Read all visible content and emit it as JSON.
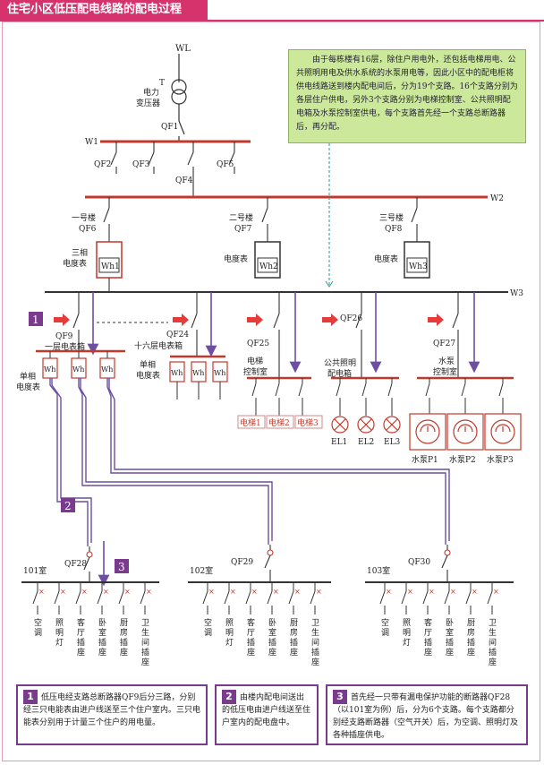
{
  "title": "住宅小区低压配电线路的配电过程",
  "note": "由于每栋楼有16层，除住户用电外，还包括电梯用电、公共照明用电及供水系统的水泵用电等，因此小区中的配电柜将供电线路送到楼内配电间后，分为19个支路。16个支路分别为各层住户供电，另外3个支路分别为电梯控制室、公共照明配电箱及水泵控制室供电，每个支路首先经一个支路总断路器后，再分配。",
  "labels": {
    "wl": "WL",
    "t": "T",
    "transformer_1": "电力",
    "transformer_2": "变压器",
    "qf1": "QF1",
    "w1": "W1",
    "qf2": "QF2",
    "qf3": "QF3",
    "qf4": "QF4",
    "qf5": "QF5",
    "w2": "W2",
    "w3": "W3",
    "b1": "一号楼",
    "qf6": "QF6",
    "b2": "二号楼",
    "qf7": "QF7",
    "b3": "三号楼",
    "qf8": "QF8",
    "three_phase_1": "三相",
    "meter_label": "电度表",
    "wh1": "Wh1",
    "wh2": "Wh2",
    "wh3": "Wh3",
    "qf9": "QF9",
    "floor1": "一层电表箱",
    "qf24": "QF24",
    "floor16": "十六层电表箱",
    "single_phase": "单相",
    "single_meter": "电度表",
    "wh": "Wh",
    "qf25": "QF25",
    "elevator_1": "电梯",
    "elevator_2": "控制室",
    "qf26": "QF26",
    "public_1": "公共照明",
    "public_2": "配电箱",
    "qf27": "QF27",
    "pump_1": "水泵",
    "pump_2": "控制室",
    "el_a": "电梯1",
    "el_b": "电梯2",
    "el_c": "电梯3",
    "lamp1": "EL1",
    "lamp2": "EL2",
    "lamp3": "EL3",
    "p1": "水泵P1",
    "p2": "水泵P2",
    "p3": "水泵P3",
    "qf28": "QF28",
    "qf29": "QF29",
    "qf30": "QF30",
    "r101": "101室",
    "r102": "102室",
    "r103": "103室",
    "step1": "1",
    "step2": "2",
    "step3": "3"
  },
  "circuits": [
    "空调",
    "照明灯",
    "客厅插座",
    "卧室插座",
    "厨房插座",
    "卫生间插座"
  ],
  "captions": [
    {
      "num": "1",
      "text": "低压电经支路总断路器QF9后分三路，分别经三只电能表由进户线送至三个住户室内。三只电能表分别用于计量三个住户的用电量。"
    },
    {
      "num": "2",
      "text": "由楼内配电间送出的低压电由进户线送至住户室内的配电盘中。"
    },
    {
      "num": "3",
      "text": "首先经一只带有漏电保护功能的断路器QF28（以101室为例）后，分为6个支路。每个支路都分别经支路断路器（空气开关）后，为空调、照明灯及各种插座供电。"
    }
  ],
  "colors": {
    "accent": "#d6336c",
    "bus": "#c0392b",
    "wire": "#6c4fa0",
    "step": "#7a3b8f",
    "note_bg": "#cce89a"
  }
}
